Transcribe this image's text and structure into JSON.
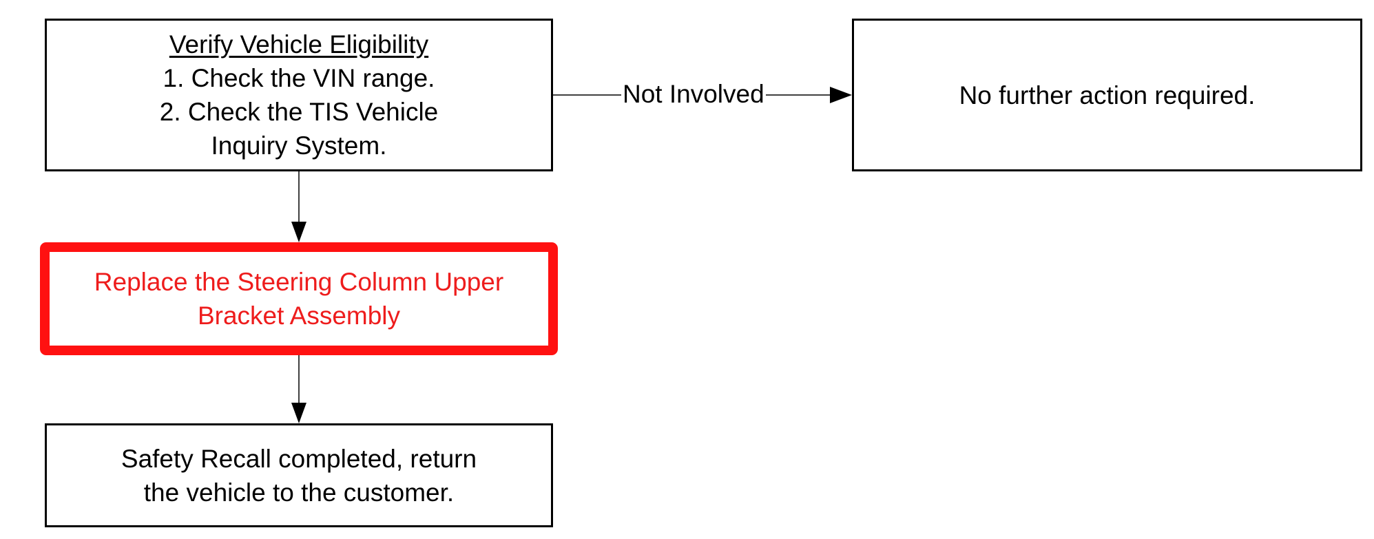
{
  "nodes": {
    "verify": {
      "title": "Verify Vehicle Eligibility",
      "step1": "1. Check the VIN range.",
      "step2_line1": "2. Check the TIS Vehicle",
      "step2_line2": "Inquiry System."
    },
    "no_action": {
      "text": "No further action required."
    },
    "replace": {
      "line1": "Replace the Steering Column Upper",
      "line2": "Bracket Assembly",
      "text_color": "#EE1C1C",
      "border_color": "#FF1111"
    },
    "complete": {
      "line1": "Safety Recall completed, return",
      "line2": "the vehicle to the customer."
    }
  },
  "edges": {
    "not_involved_label": "Not Involved"
  }
}
